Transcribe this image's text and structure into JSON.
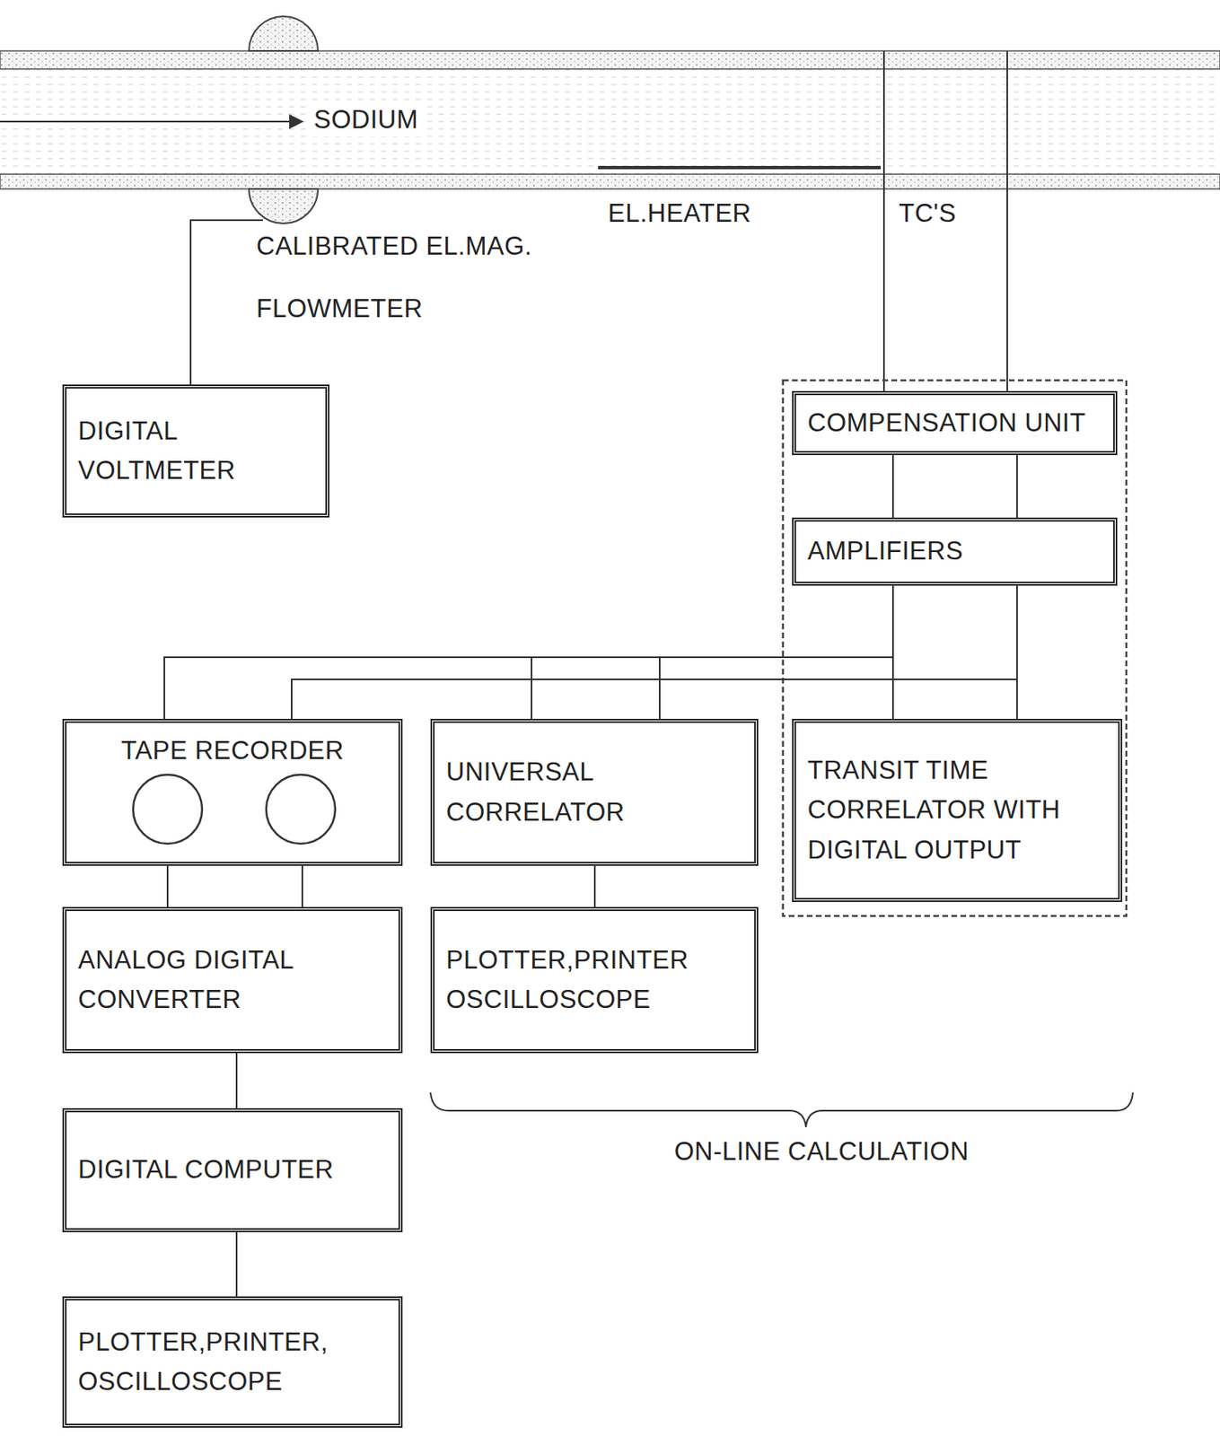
{
  "diagram": {
    "nodes": [
      {
        "text": [
          "DIGITAL VOLTMETER"
        ]
      },
      {
        "text": [
          "COMPENSATION UNIT"
        ]
      },
      {
        "text": [
          "AMPLIFIERS"
        ]
      },
      {
        "text": [
          "TAPE RECORDER"
        ]
      },
      {
        "text": [
          "UNIVERSAL CORRELATOR"
        ]
      },
      {
        "text": [
          "TRANSIT TIME CORRELATOR WITH DIGITAL OUTPUT"
        ]
      },
      {
        "text": [
          "ANALOG DIGITAL CONVERTER"
        ]
      },
      {
        "text": [
          "PLOTTER,PRINTER OSCILLOSCOPE"
        ]
      },
      {
        "text": [
          "DIGITAL COMPUTER"
        ]
      },
      {
        "text": [
          "PLOTTER,PRINTER, OSCILLOSCOPE"
        ]
      }
    ],
    "edges": [
      {
        "from": 1,
        "to": 2,
        "arrow": "none"
      },
      {
        "from": 2,
        "to": 5,
        "arrow": "none"
      },
      {
        "from": 2,
        "to": 3,
        "arrow": "none"
      },
      {
        "from": 2,
        "to": 4,
        "arrow": "none"
      },
      {
        "from": 3,
        "to": 6,
        "arrow": "none"
      },
      {
        "from": 4,
        "to": 7,
        "arrow": "none"
      },
      {
        "from": 6,
        "to": 8,
        "arrow": "none"
      },
      {
        "from": 8,
        "to": 9,
        "arrow": "none"
      }
    ],
    "labels": [
      "SODIUM",
      "EL.HEATER",
      "TC'S",
      "CALIBRATED EL.MAG. FLOWMETER",
      "ON-LINE CALCULATION"
    ]
  }
}
